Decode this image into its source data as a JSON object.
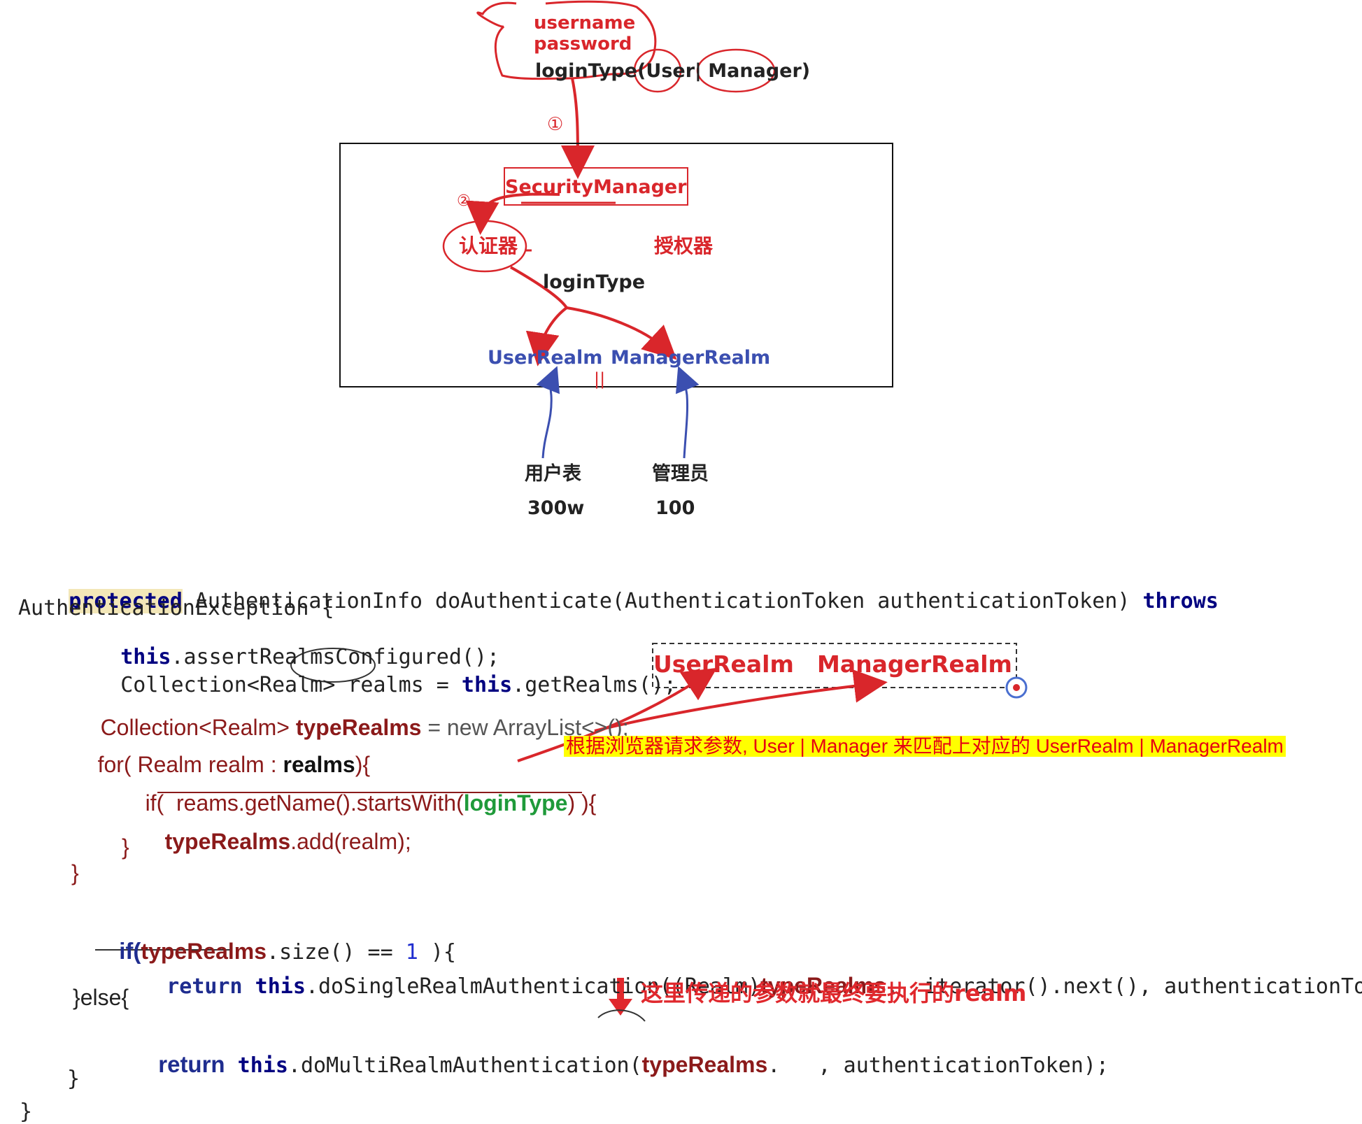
{
  "diagram": {
    "request": {
      "username": "username",
      "password": "password",
      "login_type": "loginType(User| Manager)"
    },
    "step1": "①",
    "step2": "②",
    "security_manager": "SecurityManager",
    "authenticator": "认证器",
    "authorizer": "授权器",
    "login_type_label": "loginType",
    "user_realm": "UserRealm",
    "manager_realm": "ManagerRealm",
    "separator": "||",
    "user_table": "用户表",
    "user_count": "300w",
    "admin_table": "管理员",
    "admin_count": "100"
  },
  "code": {
    "line1_a": "protected",
    "line1_b": " AuthenticationInfo doAuthenticate(AuthenticationToken authenticationToken) ",
    "line1_c": "throws",
    "line2": "AuthenticationException {",
    "line3_a": "this",
    "line3_b": ".assertRealmsConfigured();",
    "line4_a": "Collection<Realm> ",
    "line4_b": "realms",
    "line4_c": " = ",
    "line4_d": "this",
    "line4_e": ".getRealms();",
    "box_user_realm": "UserRealm",
    "box_manager_realm": "ManagerRealm",
    "line5_a": "Collection<Realm> ",
    "line5_b": "typeRealms",
    "line5_c": " = new ArrayList<>();",
    "line6_a": "for( Realm realm : ",
    "line6_b": "realms",
    "line6_c": "){",
    "note_match": "根据浏览器请求参数, User | Manager 来匹配上对应的 UserRealm | ManagerRealm",
    "line7_a": "if(  ",
    "line7_b": "reams.getName().startsWith(",
    "line7_c": "loginType",
    "line7_d": ") ){",
    "line8_a": "typeRealms",
    "line8_b": ".add(realm);",
    "line9": "}",
    "line10": "}",
    "line11_a": "if(",
    "line11_b": "typeRealms",
    "line11_c": ".size() == ",
    "line11_d": "1",
    "line11_e": " ){",
    "line12_a": "return",
    "line12_b": " this",
    "line12_c": ".doSingleRealmAuthentication((Realm)",
    "line12_d": "typeRealms",
    "line12_e": ".  iterator().next(), authenticationToken);",
    "line13": "}else{",
    "note_param": "这里传递的参数就最终要执行的realm",
    "line14_a": "return",
    "line14_b": " this",
    "line14_c": ".doMultiRealmAuthentication(",
    "line14_d": "typeRealms",
    "line14_e": ".   , authenticationToken);",
    "line15": "}",
    "line16": "}"
  },
  "colors": {
    "annotation_red": "#d9262b",
    "realm_blue": "#3b4fb0",
    "keyword_navy": "#000080",
    "variable_maroon": "#8b1a1a",
    "highlight_yellow": "#ffff00"
  }
}
